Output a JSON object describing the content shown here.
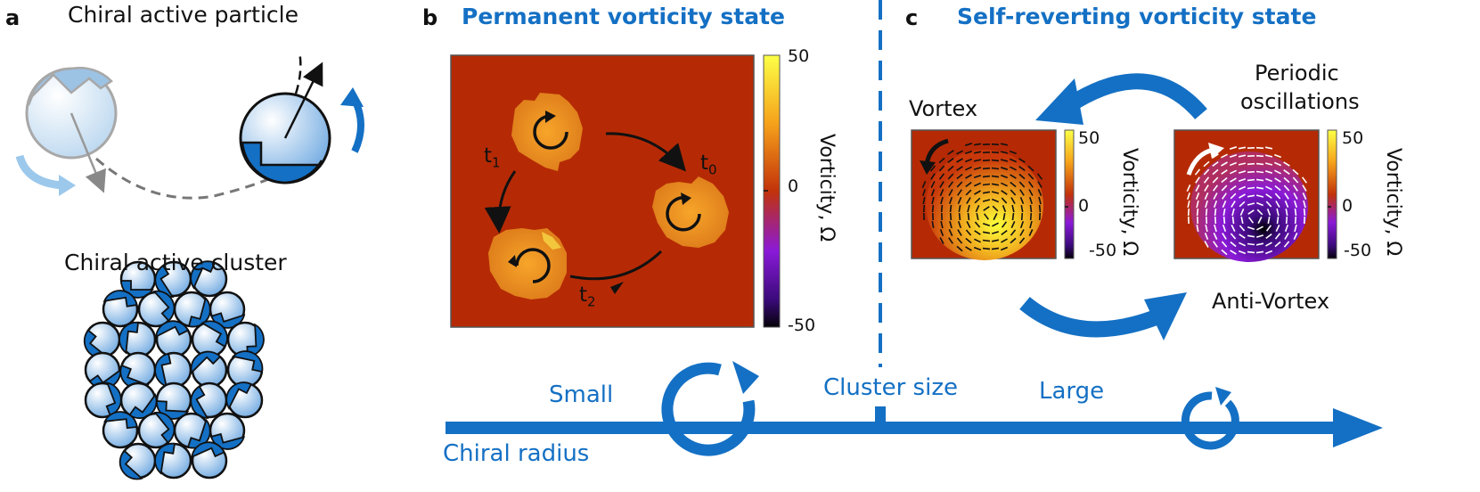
{
  "panel_a": {
    "letter": "a",
    "title_particle": "Chiral active particle",
    "title_cluster": "Chiral active cluster"
  },
  "panel_b": {
    "letter": "b",
    "title": "Permanent vorticity state",
    "time_labels": {
      "t0": "t",
      "t0_sub": "0",
      "t1": "t",
      "t1_sub": "1",
      "t2": "t",
      "t2_sub": "2"
    },
    "colorbar": {
      "max": "50",
      "mid": "0",
      "min": "-50",
      "label": "Vorticity, Ω"
    }
  },
  "panel_c": {
    "letter": "c",
    "title": "Self-reverting vorticity state",
    "vortex_label": "Vortex",
    "antivortex_label": "Anti-Vortex",
    "periodic_label_1": "Periodic",
    "periodic_label_2": "oscillations",
    "colorbar_left": {
      "max": "50",
      "mid": "0",
      "min": "-50",
      "label": "Vorticity, Ω"
    },
    "colorbar_right": {
      "max": "50",
      "mid": "0",
      "min": "-50",
      "label": "Vorticity, Ω"
    }
  },
  "bottom_axis": {
    "small": "Small",
    "large": "Large",
    "cluster_size": "Cluster size",
    "chiral_radius": "Chiral radius"
  },
  "colors": {
    "blue": "#1470c4",
    "light_blue": "#9cc8ec",
    "background_field": "#b52a05",
    "cluster_orange": "#e08a1c"
  }
}
